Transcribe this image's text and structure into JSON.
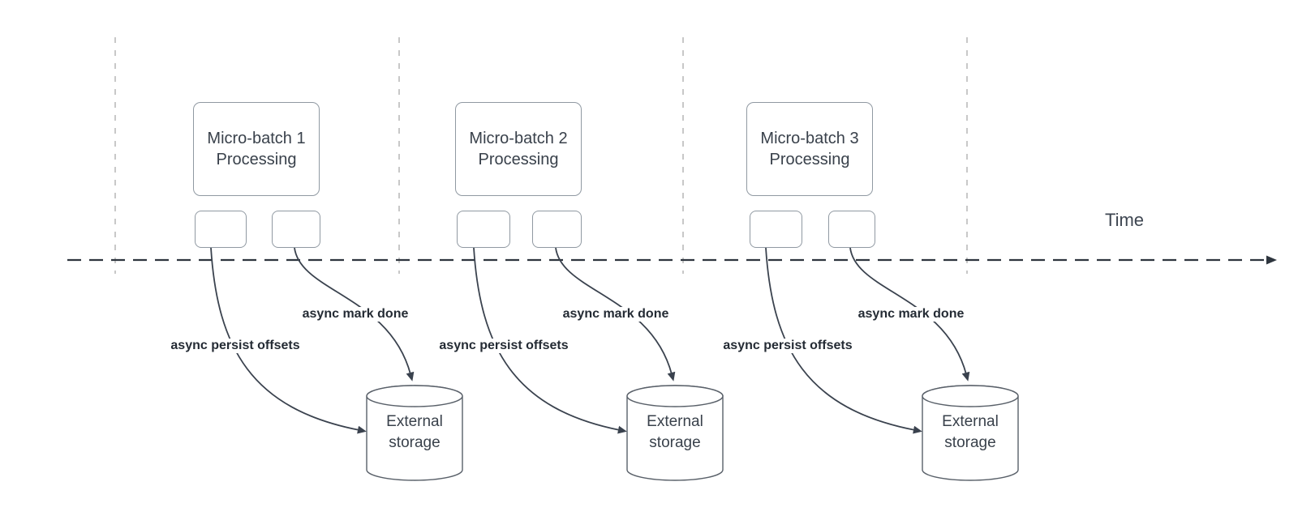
{
  "timeline": {
    "label": "Time"
  },
  "groups": [
    {
      "box_title": "Micro-batch 1\nProcessing",
      "persist_label": "async persist offsets",
      "done_label": "async mark done",
      "storage_label": "External\nstorage"
    },
    {
      "box_title": "Micro-batch 2\nProcessing",
      "persist_label": "async persist offsets",
      "done_label": "async mark done",
      "storage_label": "External\nstorage"
    },
    {
      "box_title": "Micro-batch 3\nProcessing",
      "persist_label": "async persist offsets",
      "done_label": "async mark done",
      "storage_label": "External\nstorage"
    }
  ],
  "colors": {
    "background": "#ffffff",
    "edge_line": "#3a424e",
    "edge_label_text": "#242b34",
    "node_text": "#39414b",
    "node_border": "#9099a2",
    "cylinder_border": "#596069",
    "guide_line": "#ababab"
  }
}
